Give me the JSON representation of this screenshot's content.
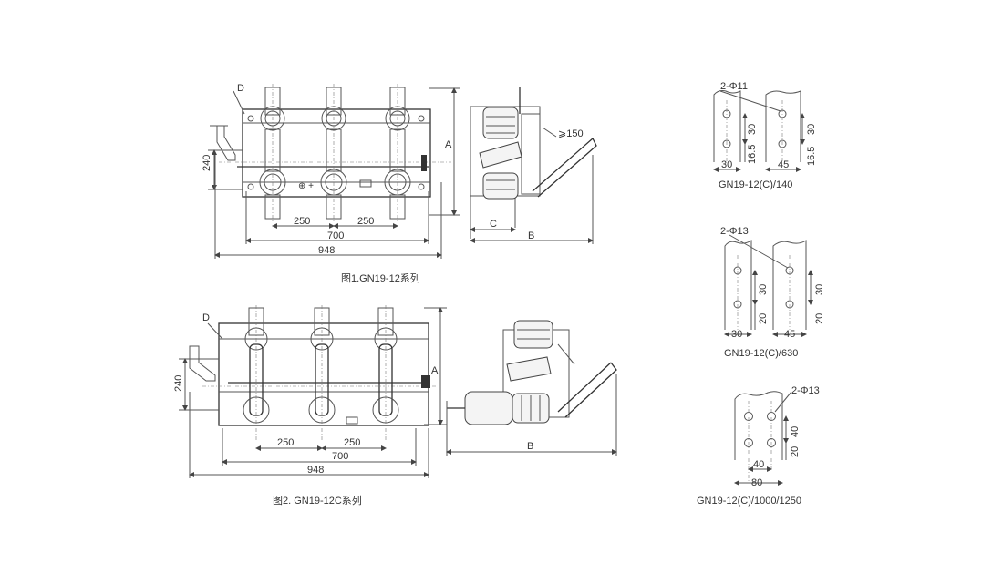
{
  "figure1": {
    "caption": "图1.GN19-12系列",
    "labels": {
      "d": "D",
      "a": "A",
      "b": "B",
      "c": "C",
      "clearance": "⩾150"
    },
    "dims": {
      "pitch_left": "250",
      "pitch_right": "250",
      "inner": "700",
      "overall": "948",
      "height": "240"
    }
  },
  "figure2": {
    "caption": "图2. GN19-12C系列",
    "labels": {
      "d": "D",
      "a": "A",
      "b": "B"
    },
    "dims": {
      "pitch_left": "250",
      "pitch_right": "250",
      "inner": "700",
      "overall": "948",
      "height": "240"
    }
  },
  "terminals": [
    {
      "caption": "GN19-12(C)/140",
      "holes": "2-Φ11",
      "d1": "30",
      "d2": "16.5",
      "d3": "30",
      "d4": "16.5",
      "w1": "30",
      "w2": "45"
    },
    {
      "caption": "GN19-12(C)/630",
      "holes": "2-Φ13",
      "d1": "30",
      "d2": "20",
      "d3": "30",
      "d4": "20",
      "w1": "30",
      "w2": "45"
    },
    {
      "caption": "GN19-12(C)/1000/1250",
      "holes": "2-Φ13",
      "d1": "40",
      "d2": "20",
      "w1": "40",
      "w2": "80"
    }
  ]
}
